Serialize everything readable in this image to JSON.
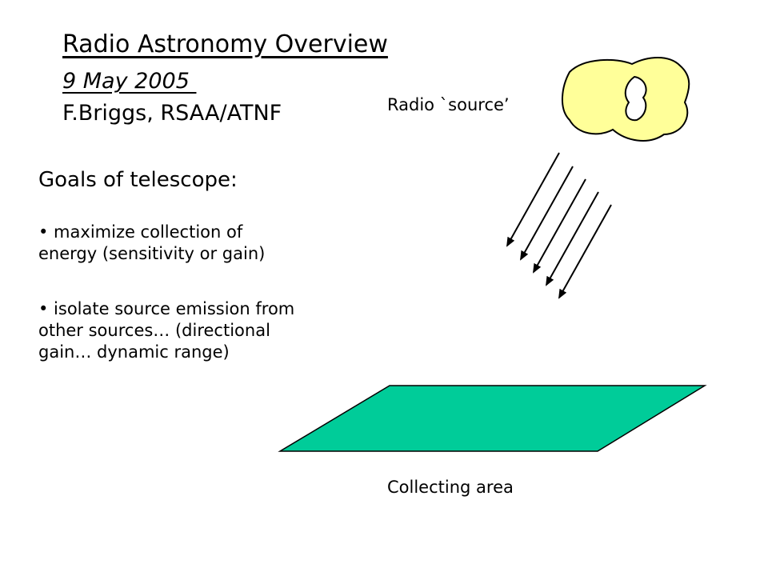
{
  "slide": {
    "title": "Radio Astronomy Overview",
    "date": "9 May 2005 ",
    "author": "F.Briggs, RSAA/ATNF",
    "source_label": "Radio `source’",
    "goals_heading": "Goals of telescope:",
    "goals": [
      "• maximize collection of energy  (sensitivity or gain)",
      "• isolate source emission from other sources… (directional gain… dynamic range)"
    ],
    "collecting_label": "Collecting area"
  },
  "colors": {
    "source_fill": "#ffff99",
    "collecting_area_fill": "#00cc99",
    "outline": "#000000"
  },
  "icons": {
    "source": "radio-source-blob-icon",
    "rays": "incoming-ray-arrow-icon",
    "collector": "collecting-area-icon"
  }
}
